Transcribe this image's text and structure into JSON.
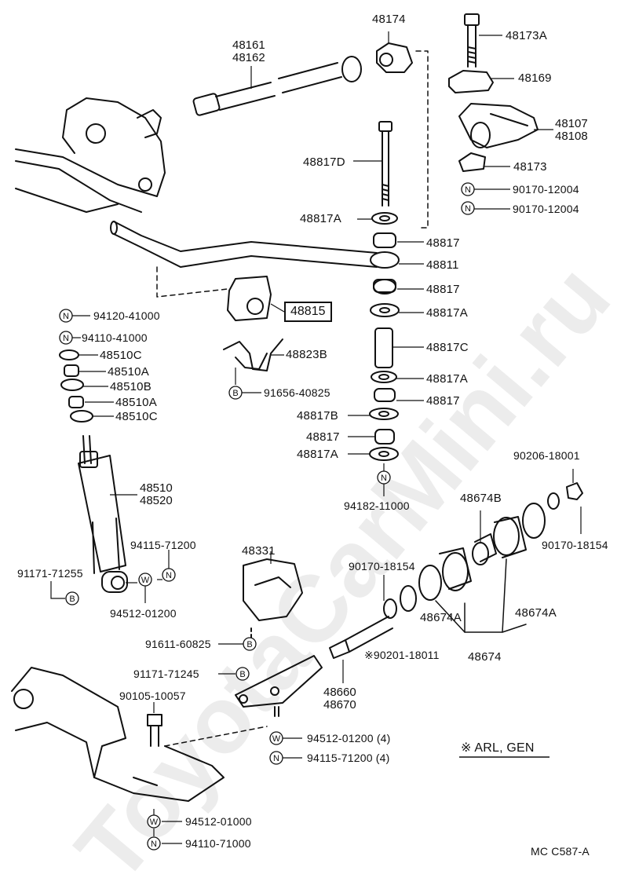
{
  "watermark": "ToyotaCarMini.ru",
  "highlighted_part": "48815",
  "note": "※ ARL, GEN",
  "diagram_code": "MC  C587-A",
  "labels": {
    "p48174": "48174",
    "p48173A": "48173A",
    "p48161": "48161",
    "p48162": "48162",
    "p48169": "48169",
    "p48107": "48107",
    "p48108": "48108",
    "p48817D": "48817D",
    "p48173": "48173",
    "p90170_12004a": "90170-12004",
    "p90170_12004b": "90170-12004",
    "p48817A_1": "48817A",
    "p48817_1": "48817",
    "p48811": "48811",
    "p48817_2": "48817",
    "p48817A_2": "48817A",
    "p48817C": "48817C",
    "p48817A_3": "48817A",
    "p48817_3": "48817",
    "p48817B": "48817B",
    "p48817_4": "48817",
    "p48817A_4": "48817A",
    "p94182": "94182-11000",
    "p94120": "94120-41000",
    "p94110_41": "94110-41000",
    "p48510C_1": "48510C",
    "p48510A_1": "48510A",
    "p48510B": "48510B",
    "p48510A_2": "48510A",
    "p48510C_2": "48510C",
    "p48823B": "48823B",
    "p91656": "91656-40825",
    "p48510": "48510",
    "p48520": "48520",
    "p94115_a": "94115-71200",
    "p91171_a": "91171-71255",
    "p94512_a": "94512-01200",
    "p48331": "48331",
    "p91611": "91611-60825",
    "p91171_b": "91171-71245",
    "p90105": "90105-10057",
    "p94512_b": "94512-01200 (4)",
    "p94115_b": "94115-71200 (4)",
    "p94512_c": "94512-01000",
    "p94110_c": "94110-71000",
    "p90206": "90206-18001",
    "p48674B": "48674B",
    "p90170_18154a": "90170-18154",
    "p90170_18154b": "90170-18154",
    "p48674A_1": "48674A",
    "p48674A_2": "48674A",
    "p90201": "※90201-18011",
    "p48674": "48674",
    "p48660": "48660",
    "p48670": "48670"
  },
  "symbols": {
    "N": "N",
    "W": "W",
    "B": "B"
  }
}
